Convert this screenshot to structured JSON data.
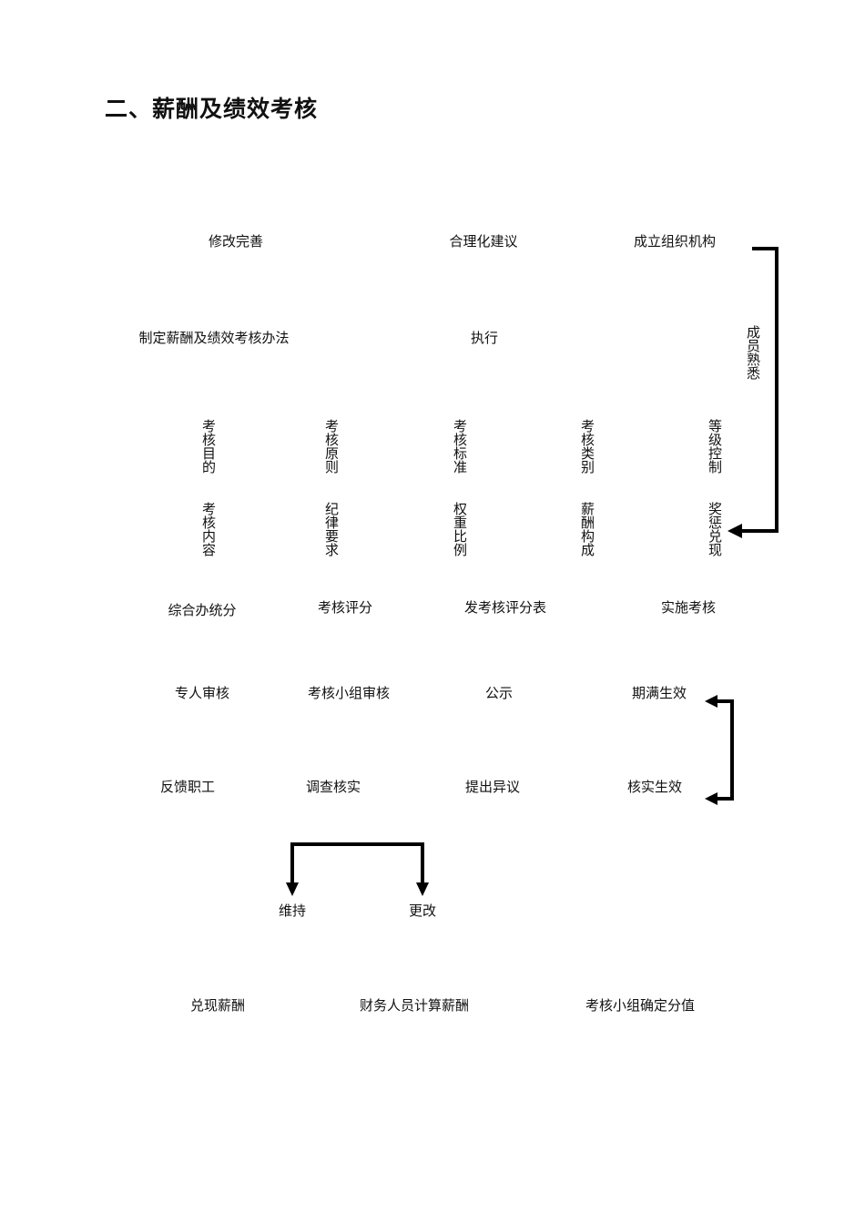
{
  "title": "二、薪酬及绩效考核",
  "row1": {
    "modify": "修改完善",
    "suggest": "合理化建议",
    "establish": "成立组织机构"
  },
  "row2": {
    "formulate": "制定薪酬及绩效考核办法",
    "execute": "执行"
  },
  "members_familiar": "成员熟悉",
  "vertical_row1": [
    "考核目的",
    "考核原则",
    "考核标准",
    "考核类别",
    "等级控制"
  ],
  "vertical_row2": [
    "考核内容",
    "纪律要求",
    "权重比例",
    "薪酬构成",
    "奖惩兑现"
  ],
  "row5": {
    "summary": "综合办统分",
    "score": "考核评分",
    "distribute": "发考核评分表",
    "implement": "实施考核"
  },
  "row6": {
    "review": "专人审核",
    "group_review": "考核小组审核",
    "publicize": "公示",
    "effective": "期满生效"
  },
  "row7": {
    "feedback": "反馈职工",
    "investigate": "调查核实",
    "objection": "提出异议",
    "verify": "核实生效"
  },
  "row8": {
    "maintain": "维持",
    "change": "更改"
  },
  "row9": {
    "pay": "兑现薪酬",
    "finance": "财务人员计算薪酬",
    "assign": "考核小组确定分值"
  }
}
